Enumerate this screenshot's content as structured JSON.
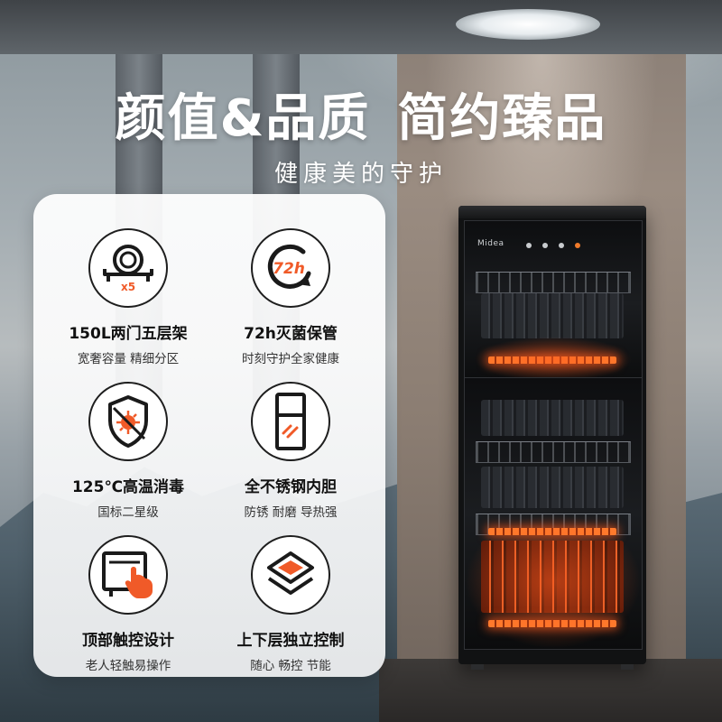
{
  "headline": {
    "part1": "颜值&品质",
    "part2": "简约臻品",
    "subtitle": "健康美的守护"
  },
  "features": [
    {
      "icon": "dish-rack-icon",
      "badge": "x5",
      "title": "150L两门五层架",
      "desc": "宽奢容量 精细分区"
    },
    {
      "icon": "clock-72h-icon",
      "badge": "72h",
      "title": "72h灭菌保管",
      "desc": "时刻守护全家健康"
    },
    {
      "icon": "shield-germ-icon",
      "title": "125℃高温消毒",
      "desc": "国标二星级"
    },
    {
      "icon": "stainless-liner-icon",
      "title": "全不锈钢内胆",
      "desc": "防锈 耐磨 导热强"
    },
    {
      "icon": "touch-panel-icon",
      "title": "顶部触控设计",
      "desc": "老人轻触易操作"
    },
    {
      "icon": "layers-icon",
      "title": "上下层独立控制",
      "desc": "随心 畅控 节能"
    }
  ],
  "product": {
    "brand_label": "Midea"
  },
  "colors": {
    "accent": "#f05a28",
    "text_dark": "#111111",
    "card_bg": "#f5f6f7"
  }
}
